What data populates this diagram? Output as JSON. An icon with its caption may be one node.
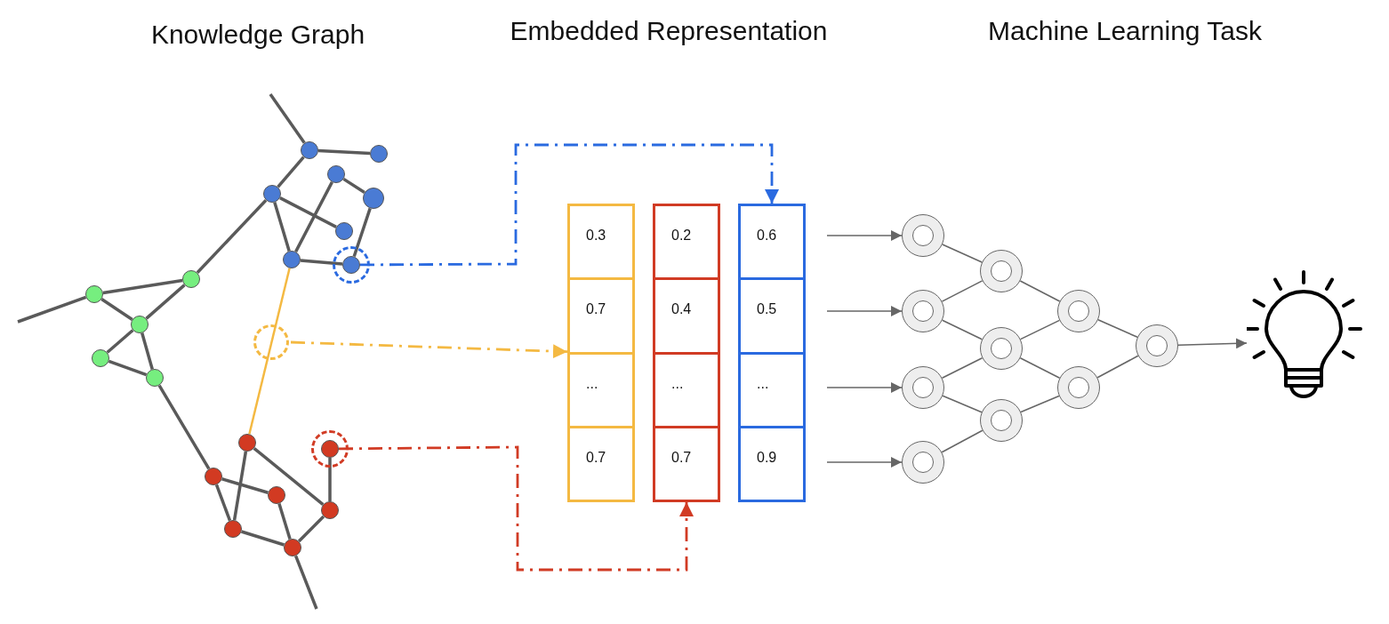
{
  "diagram": {
    "nodes": [
      {
        "text": [],
        "shape": "circle"
      },
      {
        "text": [],
        "shape": "circle"
      },
      {
        "text": [],
        "shape": "circle"
      },
      {
        "text": [],
        "shape": "circle"
      },
      {
        "text": [],
        "shape": "circle"
      },
      {
        "text": [],
        "shape": "circle"
      },
      {
        "text": [],
        "shape": "circle"
      },
      {
        "text": [],
        "shape": "circle"
      },
      {
        "text": [],
        "shape": "circle"
      },
      {
        "text": [],
        "shape": "circle"
      },
      {
        "text": [],
        "shape": "circle"
      },
      {
        "text": [],
        "shape": "circle"
      },
      {
        "text": [],
        "shape": "circle"
      },
      {
        "text": [],
        "shape": "circle"
      },
      {
        "text": [],
        "shape": "circle"
      },
      {
        "text": [],
        "shape": "circle"
      },
      {
        "text": [],
        "shape": "circle"
      },
      {
        "text": [],
        "shape": "circle"
      },
      {
        "text": [],
        "shape": "circle"
      },
      {
        "text": [],
        "shape": "circle"
      },
      {
        "text": [
          "0.3",
          "0.7",
          "...",
          "0.7"
        ]
      },
      {
        "text": [
          "0.2",
          "0.4",
          "...",
          "0.7"
        ]
      },
      {
        "text": [
          "0.6",
          "0.5",
          "...",
          "0.9"
        ]
      },
      {
        "text": [],
        "shape": "circle"
      },
      {
        "text": [],
        "shape": "circle"
      },
      {
        "text": [],
        "shape": "circle"
      },
      {
        "text": [],
        "shape": "circle"
      },
      {
        "text": [],
        "shape": "circle"
      },
      {
        "text": [],
        "shape": "circle"
      },
      {
        "text": [],
        "shape": "circle"
      },
      {
        "text": [],
        "shape": "circle"
      },
      {
        "text": [],
        "shape": "circle"
      },
      {
        "text": [],
        "shape": "circle"
      },
      {
        "text": [],
        "shape": "picture"
      }
    ],
    "edges": [
      {
        "from": null,
        "to": 0,
        "arrow": "none"
      },
      {
        "from": 0,
        "to": 1,
        "arrow": "none"
      },
      {
        "from": 0,
        "to": 4,
        "arrow": "none"
      },
      {
        "from": 4,
        "to": 5,
        "arrow": "none"
      },
      {
        "from": 4,
        "to": 6,
        "arrow": "none"
      },
      {
        "from": 6,
        "to": 2,
        "arrow": "none"
      },
      {
        "from": 2,
        "to": 3,
        "arrow": "none"
      },
      {
        "from": 3,
        "to": 7,
        "arrow": "none"
      },
      {
        "from": 6,
        "to": 7,
        "arrow": "none"
      },
      {
        "from": 4,
        "to": 8,
        "arrow": "none"
      },
      {
        "from": 8,
        "to": 9,
        "arrow": "none"
      },
      {
        "from": 8,
        "to": 10,
        "arrow": "none"
      },
      {
        "from": 9,
        "to": 10,
        "arrow": "none"
      },
      {
        "from": 9,
        "to": null,
        "arrow": "none"
      },
      {
        "from": 10,
        "to": 11,
        "arrow": "none"
      },
      {
        "from": 10,
        "to": 12,
        "arrow": "none"
      },
      {
        "from": 11,
        "to": 12,
        "arrow": "none"
      },
      {
        "from": 12,
        "to": 15,
        "arrow": "none"
      },
      {
        "from": 13,
        "to": 6,
        "arrow": "none",
        "color": "#f4b942"
      },
      {
        "from": 13,
        "to": 18,
        "arrow": "none"
      },
      {
        "from": 13,
        "to": 17,
        "arrow": "none"
      },
      {
        "from": 15,
        "to": 16,
        "arrow": "none"
      },
      {
        "from": 15,
        "to": 18,
        "arrow": "none"
      },
      {
        "from": 16,
        "to": 19,
        "arrow": "none"
      },
      {
        "from": 18,
        "to": 19,
        "arrow": "none"
      },
      {
        "from": 19,
        "to": 17,
        "arrow": "none"
      },
      {
        "from": 17,
        "to": 14,
        "arrow": "none"
      },
      {
        "from": 19,
        "to": null,
        "arrow": "none"
      },
      {
        "from": 7,
        "to": 22,
        "arrow": "to",
        "style": "dashed",
        "color": "#2a6ae0"
      },
      {
        "from": null,
        "to": 20,
        "arrow": "to",
        "style": "dashed",
        "color": "#f4b942"
      },
      {
        "from": 14,
        "to": 21,
        "arrow": "to",
        "style": "dashed",
        "color": "#d13b24"
      },
      {
        "from": null,
        "to": 23,
        "arrow": "to"
      },
      {
        "from": null,
        "to": 24,
        "arrow": "to"
      },
      {
        "from": null,
        "to": 25,
        "arrow": "to"
      },
      {
        "from": null,
        "to": 26,
        "arrow": "to"
      },
      {
        "from": 23,
        "to": 27,
        "arrow": "none"
      },
      {
        "from": 24,
        "to": 27,
        "arrow": "none"
      },
      {
        "from": 24,
        "to": 28,
        "arrow": "none"
      },
      {
        "from": 25,
        "to": 28,
        "arrow": "none"
      },
      {
        "from": 25,
        "to": 29,
        "arrow": "none"
      },
      {
        "from": 26,
        "to": 29,
        "arrow": "none"
      },
      {
        "from": 27,
        "to": 30,
        "arrow": "none"
      },
      {
        "from": 28,
        "to": 30,
        "arrow": "none"
      },
      {
        "from": 28,
        "to": 31,
        "arrow": "none"
      },
      {
        "from": 29,
        "to": 31,
        "arrow": "none"
      },
      {
        "from": 30,
        "to": 32,
        "arrow": "none"
      },
      {
        "from": 31,
        "to": 32,
        "arrow": "none"
      },
      {
        "from": 32,
        "to": 33,
        "arrow": "to"
      }
    ],
    "labels": [
      "Knowledge Graph",
      "Embedded Representation",
      "Machine Learning Task"
    ]
  }
}
